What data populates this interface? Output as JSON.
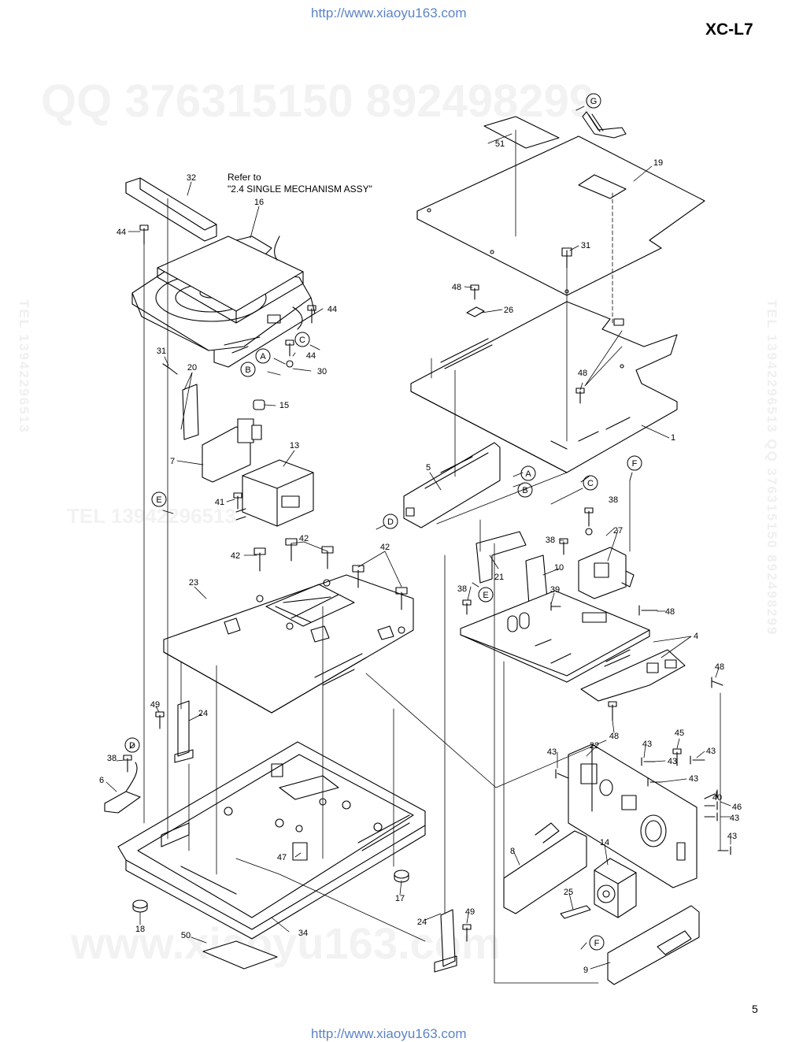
{
  "header": {
    "url_top": "http://www.xiaoyu163.com",
    "model": "XC-L7"
  },
  "footer": {
    "url_bottom": "http://www.xiaoyu163.com",
    "page_number": "5"
  },
  "watermarks": {
    "qq_line": "QQ 376315150  892498299",
    "tel_line": "TEL 13942296513",
    "www_line": "www.xiaoyu163.com",
    "side_right": "TEL 13942296513  QQ 376315150  892498299",
    "side_left": "TEL 13942296513"
  },
  "diagram": {
    "reference_note": [
      "Refer to",
      "\"2.4 SINGLE MECHANISM ASSY\""
    ],
    "part_labels": [
      "1",
      "4",
      "5",
      "6",
      "7",
      "8",
      "9",
      "10",
      "13",
      "14",
      "15",
      "16",
      "17",
      "18",
      "19",
      "20",
      "21",
      "22",
      "23",
      "24",
      "25",
      "26",
      "27",
      "30",
      "31",
      "32",
      "34",
      "38",
      "39",
      "40",
      "41",
      "42",
      "43",
      "44",
      "45",
      "46",
      "47",
      "48",
      "49",
      "50",
      "51"
    ],
    "connector_callouts": [
      "A",
      "B",
      "C",
      "D",
      "E",
      "F",
      "G"
    ],
    "line_color": "#000000"
  }
}
